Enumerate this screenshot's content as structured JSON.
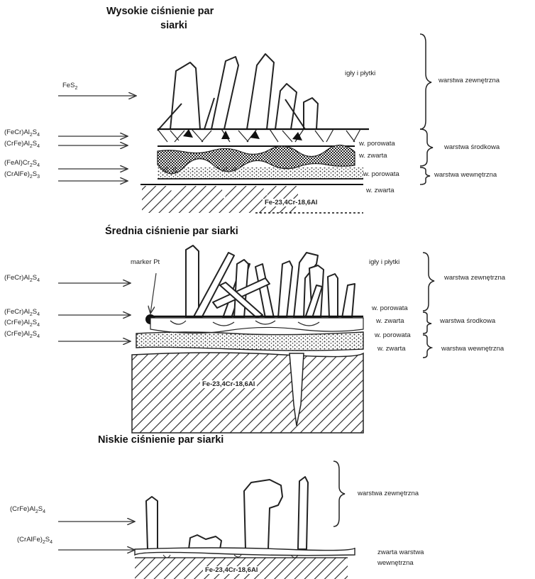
{
  "panels": [
    {
      "title_line1": "Wysokie ciśnienie par",
      "title_line2": "siarki",
      "species": [
        {
          "base": "FeS",
          "sub": "2"
        },
        {
          "base": "(FeCr)Al",
          "sub": "2",
          "base2": "S",
          "sub2": "4"
        },
        {
          "base": "(CrFe)Al",
          "sub": "2",
          "base2": "S",
          "sub2": "4"
        },
        {
          "base": "(FeAl)Cr",
          "sub": "2",
          "base2": "S",
          "sub2": "4"
        },
        {
          "base": "(CrAlFe)",
          "sub": "2",
          "base2": "S",
          "sub2": "3"
        }
      ],
      "features": [
        "igły i płytki",
        "w. porowata",
        "w. zwarta",
        "w. porowata",
        "w. zwarta"
      ],
      "layers": [
        "warstwa zewnętrzna",
        "warstwa środkowa",
        "warstwa wewnętrzna"
      ],
      "alloy": "Fe-23,4Cr-18,6Al"
    },
    {
      "title": "Średnia ciśnienie par siarki",
      "marker": "marker Pt",
      "species": [
        {
          "base": "(FeCr)Al",
          "sub": "2",
          "base2": "S",
          "sub2": "4"
        },
        {
          "base": "(FeCr)Al",
          "sub": "2",
          "base2": "S",
          "sub2": "4"
        },
        {
          "base": "(CrFe)Al",
          "sub": "2",
          "base2": "S",
          "sub2": "4"
        },
        {
          "base": "(CrFe)Al",
          "sub": "2",
          "base2": "S",
          "sub2": "4"
        }
      ],
      "features": [
        "igły i płytki",
        "w. porowata",
        "w. zwarta",
        "w. porowata",
        "w. zwarta"
      ],
      "layers": [
        "warstwa zewnętrzna",
        "warstwa środkowa",
        "warstwa wewnętrzna"
      ],
      "alloy": "Fe-23,4Cr-18,6Al"
    },
    {
      "title": "Niskie ciśnienie par siarki",
      "species": [
        {
          "base": "(CrFe)Al",
          "sub": "2",
          "base2": "S",
          "sub2": "4"
        },
        {
          "base": "(CrAlFe)",
          "sub": "2",
          "base2": "S",
          "sub2": "4"
        }
      ],
      "layers": [
        "warstwa zewnętrzna",
        "zwarta warstwa",
        "wewnętrzna"
      ],
      "alloy": "Fe-23,4Cr-18,6Al"
    }
  ]
}
